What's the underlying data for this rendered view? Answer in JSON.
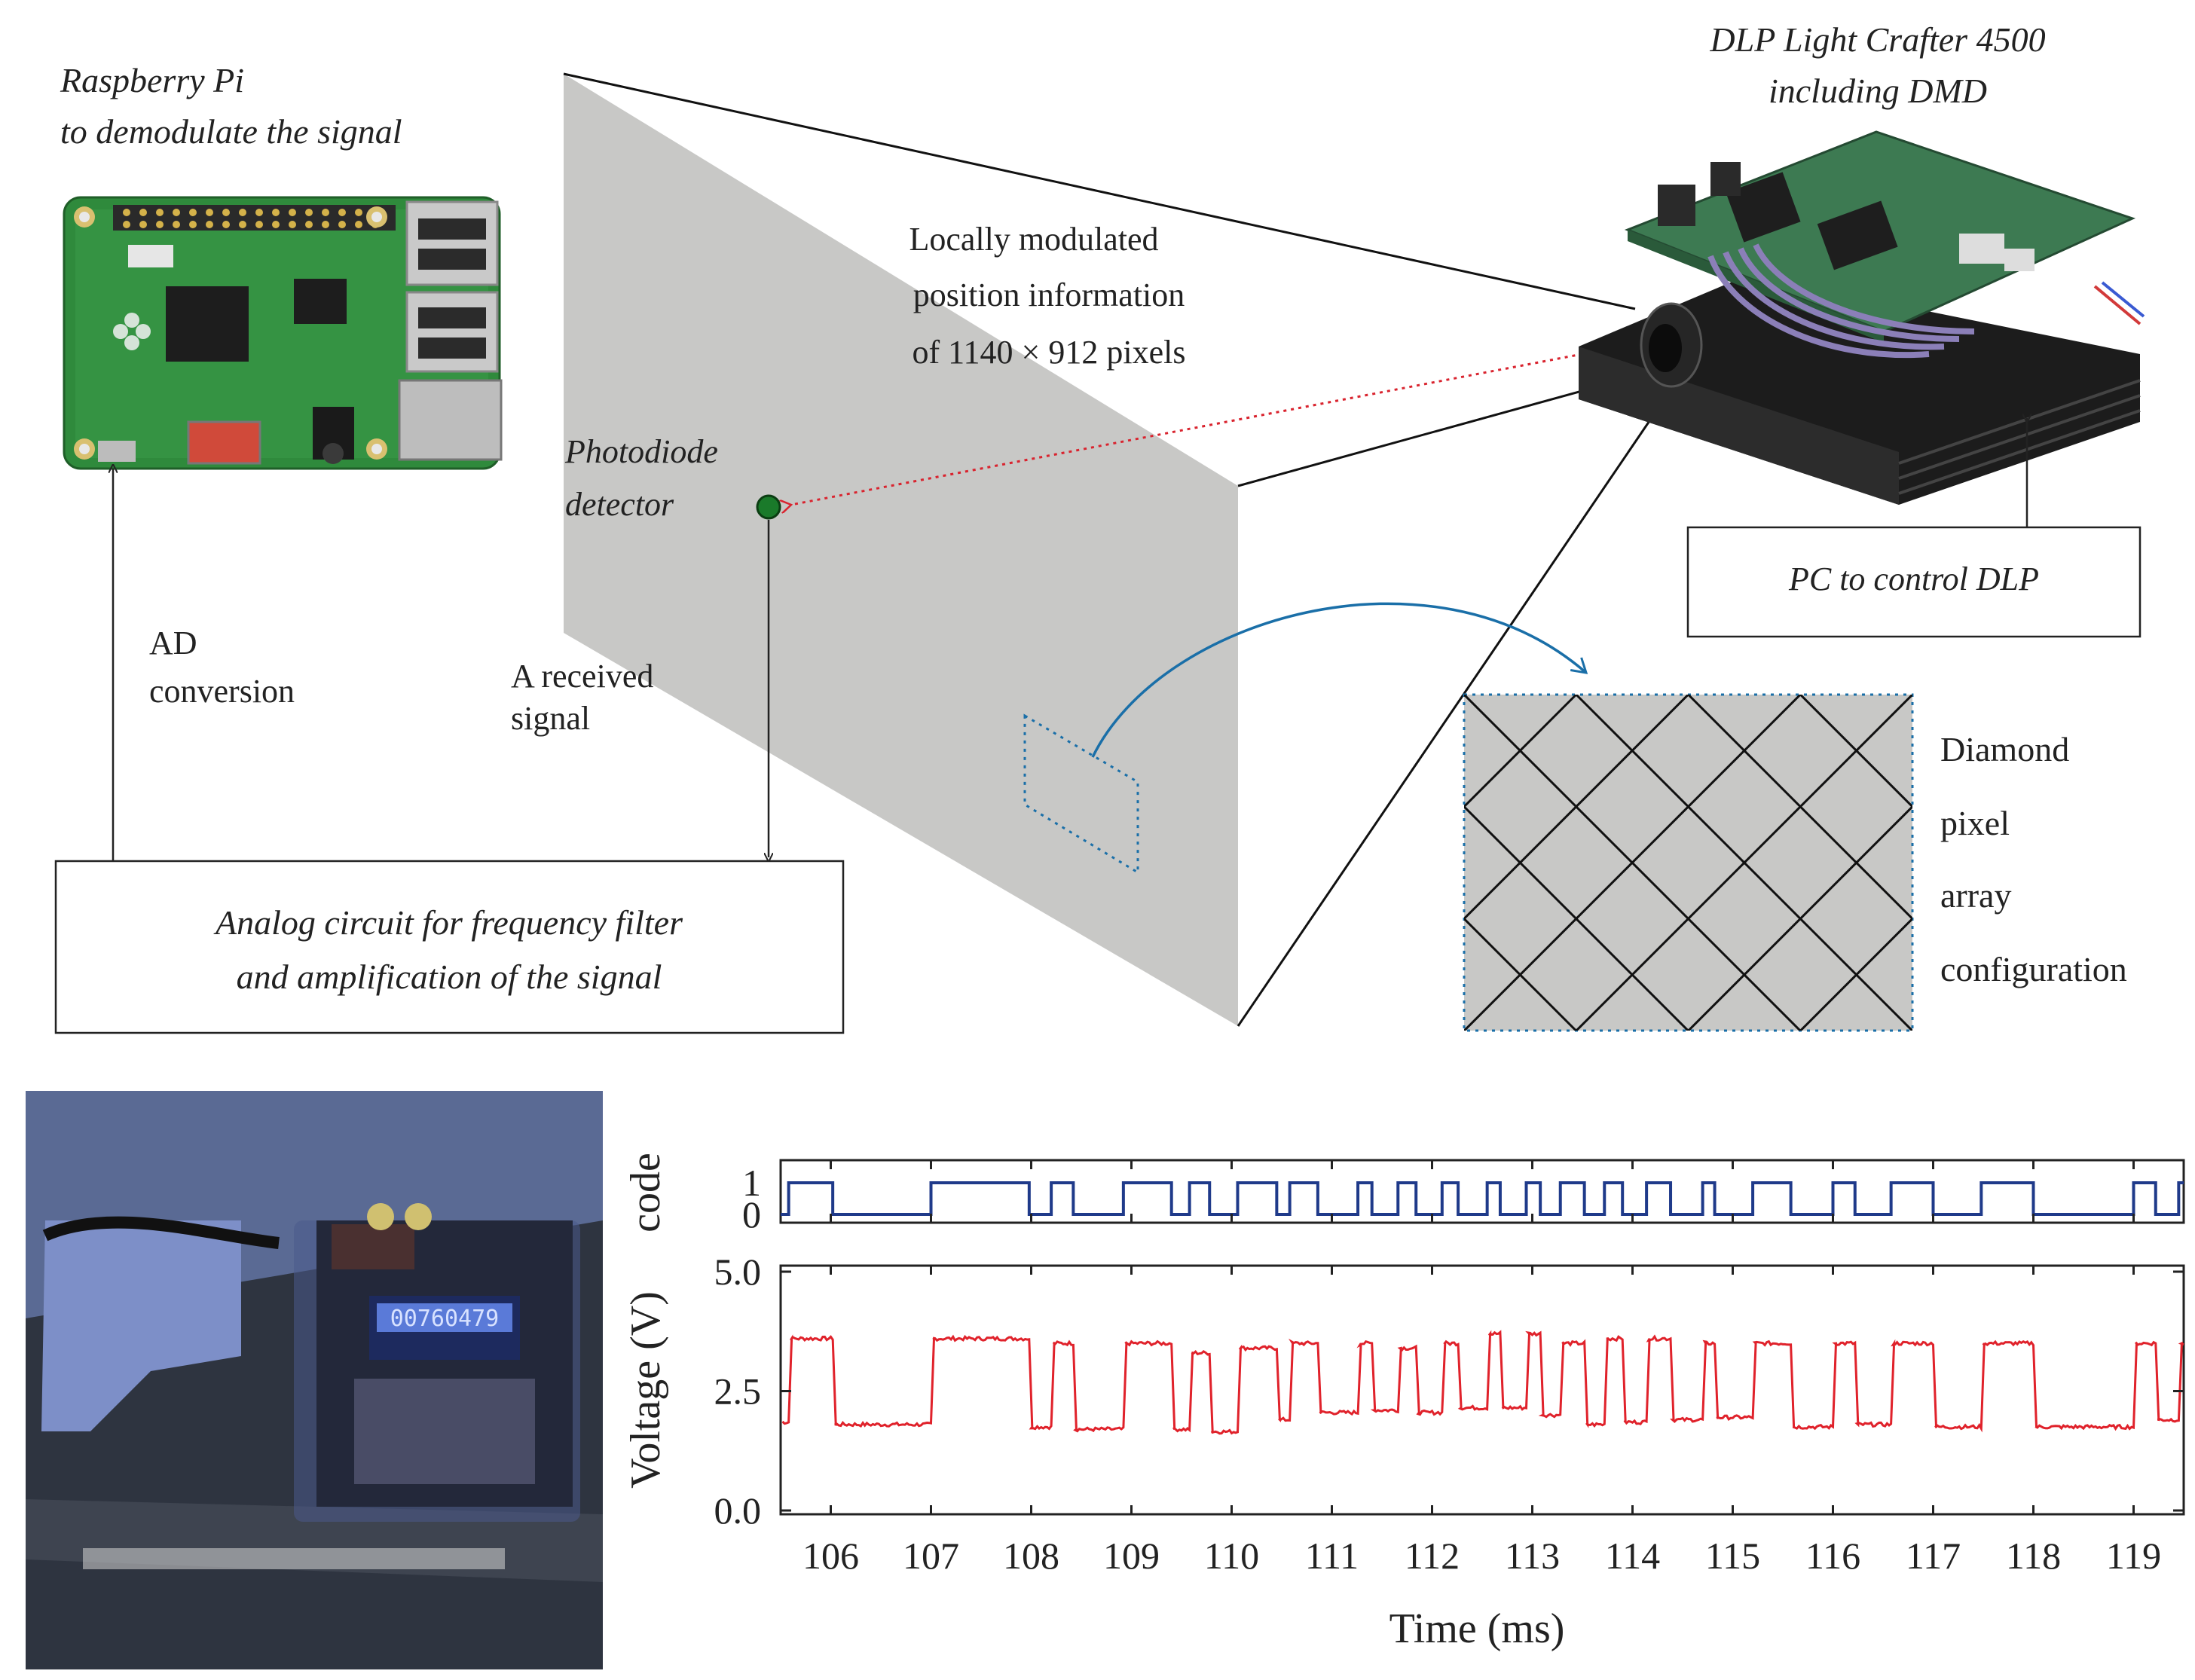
{
  "labels": {
    "rpi_line1": "Raspberry Pi",
    "rpi_line2": "to demodulate the signal",
    "dlp_line1": "DLP Light Crafter 4500",
    "dlp_line2": "including DMD",
    "modulated_line1": "Locally modulated",
    "modulated_line2": "position information",
    "modulated_line3": "of 1140 × 912 pixels",
    "photodiode_line1": "Photodiode",
    "photodiode_line2": "detector",
    "ad_line1": "AD",
    "ad_line2": "conversion",
    "received_line1": "A received",
    "received_line2": "signal",
    "pc_box": "PC to control DLP",
    "analog_line1": "Analog circuit for frequency filter",
    "analog_line2": "and amplification of the signal",
    "diamond_line1": "Diamond",
    "diamond_line2": "pixel",
    "diamond_line3": "array",
    "diamond_line4": "configuration"
  },
  "device_display": {
    "lcd_text": "00760479"
  },
  "colors": {
    "screen_fill": "#c8c8c6",
    "code_line": "#1f3a8a",
    "voltage_line": "#e0222b",
    "detector_dot": "#1a7a2a",
    "pointer_arrow": "#1a6fa8",
    "beam_dotted": "#d9232e"
  },
  "chart_data": {
    "type": "line",
    "xlabel": "Time (ms)",
    "xlim": [
      105.5,
      119.5
    ],
    "xticks": [
      106,
      107,
      108,
      109,
      110,
      111,
      112,
      113,
      114,
      115,
      116,
      117,
      118,
      119
    ],
    "code_panel": {
      "ylabel": "code",
      "yticks": [
        0,
        1
      ],
      "edges": [
        105.58,
        106.02,
        107.0,
        107.98,
        108.2,
        108.42,
        108.92,
        109.4,
        109.58,
        109.78,
        110.06,
        110.45,
        110.58,
        110.86,
        111.26,
        111.4,
        111.66,
        111.84,
        112.1,
        112.26,
        112.55,
        112.68,
        112.94,
        113.08,
        113.28,
        113.52,
        113.72,
        113.9,
        114.14,
        114.38,
        114.7,
        114.82,
        115.2,
        115.58,
        116.0,
        116.22,
        116.58,
        117.0,
        117.48,
        118.0,
        119.0,
        119.22,
        119.45
      ],
      "start_level": 0
    },
    "voltage_panel": {
      "ylabel": "Voltage (V)",
      "ylim": [
        0.0,
        5.0
      ],
      "yticks": [
        "0.0",
        "2.5",
        "5.0"
      ],
      "high_levels": [
        3.6,
        3.6,
        3.5,
        3.5,
        3.3,
        3.4,
        3.5,
        3.5,
        3.4,
        3.5,
        3.7,
        3.7,
        3.5,
        3.6,
        3.6,
        3.5,
        3.5,
        3.5,
        3.5,
        3.5,
        3.5
      ],
      "low_levels": [
        1.85,
        1.8,
        1.75,
        1.7,
        1.7,
        1.65,
        1.9,
        2.05,
        2.1,
        2.05,
        2.15,
        2.15,
        2.0,
        1.8,
        1.85,
        1.9,
        1.95,
        1.75,
        1.8,
        1.75,
        1.75,
        1.9
      ]
    }
  }
}
